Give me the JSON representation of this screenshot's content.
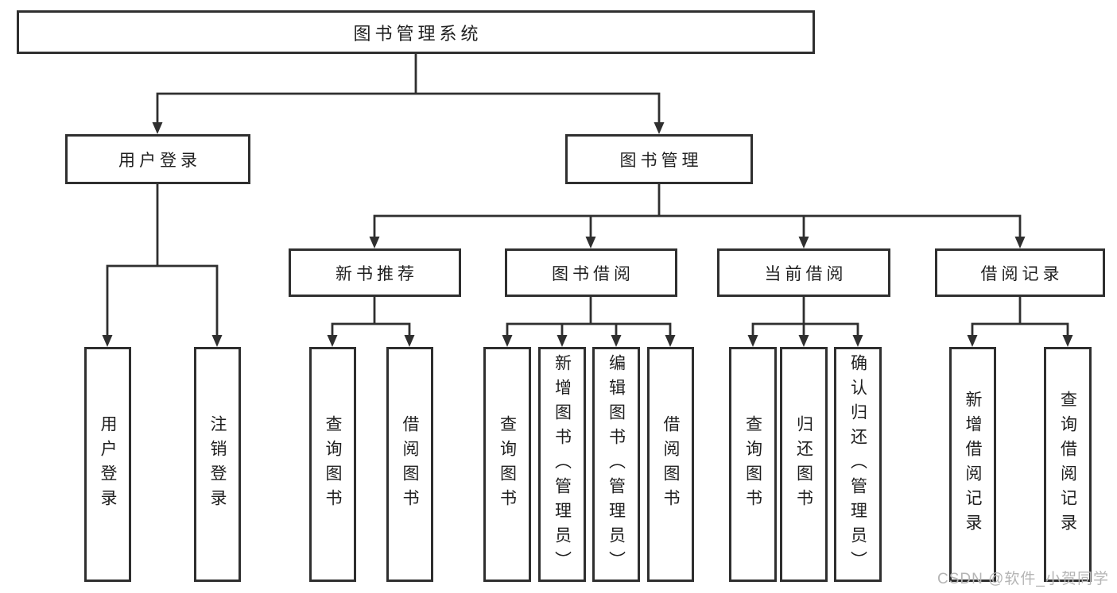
{
  "diagram": {
    "title": "图书管理系统",
    "watermark": "CSDN @软件_小贺同学",
    "colors": {
      "line": "#2f2f2f",
      "text": "#1f1f1f",
      "box_background": "#ffffff",
      "watermark": "#b5b5b5"
    },
    "tree": {
      "root": {
        "label": "图书管理系统"
      },
      "level1": [
        {
          "id": "user-login",
          "label": "用户登录"
        },
        {
          "id": "book-management",
          "label": "图书管理"
        }
      ],
      "level2": [
        {
          "id": "new-book-recommend",
          "label": "新书推荐",
          "parent": "图书管理"
        },
        {
          "id": "book-borrow",
          "label": "图书借阅",
          "parent": "图书管理"
        },
        {
          "id": "current-borrow",
          "label": "当前借阅",
          "parent": "图书管理"
        },
        {
          "id": "borrow-records",
          "label": "借阅记录",
          "parent": "图书管理"
        }
      ],
      "leaves": [
        {
          "id": "user-login-leaf",
          "label": "用户登录",
          "parent": "用户登录"
        },
        {
          "id": "logout-leaf",
          "label": "注销登录",
          "parent": "用户登录"
        },
        {
          "id": "query-books-recommend",
          "label": "查询图书",
          "parent": "新书推荐"
        },
        {
          "id": "borrow-books-recommend",
          "label": "借阅图书",
          "parent": "新书推荐"
        },
        {
          "id": "query-books-borrow",
          "label": "查询图书",
          "parent": "图书借阅"
        },
        {
          "id": "add-books-admin",
          "label": "新增图书（管理员）",
          "parent": "图书借阅"
        },
        {
          "id": "edit-books-admin",
          "label": "编辑图书（管理员）",
          "parent": "图书借阅"
        },
        {
          "id": "borrow-books",
          "label": "借阅图书",
          "parent": "图书借阅"
        },
        {
          "id": "query-books-current",
          "label": "查询图书",
          "parent": "当前借阅"
        },
        {
          "id": "return-books",
          "label": "归还图书",
          "parent": "当前借阅"
        },
        {
          "id": "confirm-return-admin",
          "label": "确认归还（管理员）",
          "parent": "当前借阅"
        },
        {
          "id": "add-borrow-record",
          "label": "新增借阅记录",
          "parent": "借阅记录"
        },
        {
          "id": "query-borrow-record",
          "label": "查询借阅记录",
          "parent": "借阅记录"
        }
      ]
    }
  }
}
